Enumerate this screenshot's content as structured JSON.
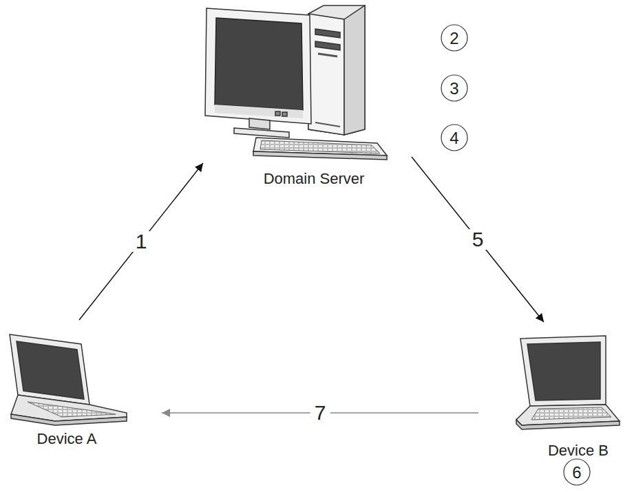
{
  "diagram": {
    "nodes": [
      {
        "text": [
          "Domain Server"
        ]
      },
      {
        "text": [
          "Device A"
        ]
      },
      {
        "text": [
          "Device B"
        ]
      }
    ],
    "edges": [
      {
        "from": 1,
        "to": 0,
        "arrow": "to",
        "label": "1"
      },
      {
        "from": 0,
        "to": 2,
        "arrow": "to",
        "label": "5"
      },
      {
        "from": 2,
        "to": 1,
        "arrow": "to",
        "label": "7"
      }
    ],
    "labels": [
      "2",
      "3",
      "4",
      "6"
    ]
  }
}
